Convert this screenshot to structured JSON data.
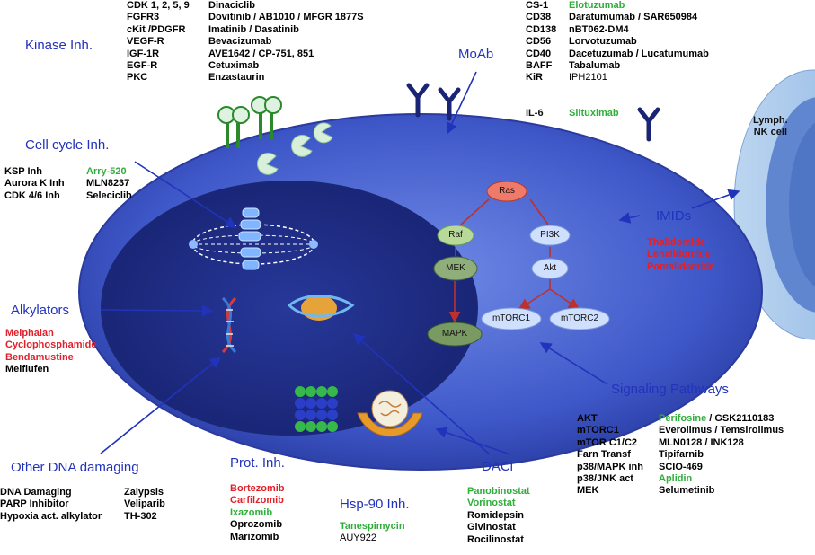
{
  "kinase": {
    "title": "Kinase Inh.",
    "targets": [
      "CDK 1, 2, 5, 9",
      "FGFR3",
      "cKit /PDGFR",
      "VEGF-R",
      "IGF-1R",
      "EGF-R",
      "PKC"
    ],
    "drugs": [
      "Dinaciclib",
      "Dovitinib / AB1010 / MFGR 1877S",
      "Imatinib / Dasatinib",
      "Bevacizumab",
      "AVE1642 / CP-751, 851",
      "Cetuximab",
      "Enzastaurin"
    ]
  },
  "moab": {
    "title": "MoAb",
    "targets": [
      "CS-1",
      "CD38",
      "CD138",
      "CD56",
      "CD40",
      "BAFF",
      "KiR"
    ],
    "drugs": [
      "Elotuzumab",
      "Daratumumab / SAR650984",
      "nBT062-DM4",
      "Lorvotuzumab",
      "Dacetuzumab / Lucatumumab",
      "Tabalumab",
      "IPH2101"
    ],
    "il6_target": "IL-6",
    "il6_drug": "Siltuximab"
  },
  "lymph": {
    "line1": "Lymph.",
    "line2": "NK cell"
  },
  "cell_cycle": {
    "title": "Cell cycle Inh.",
    "targets": [
      "KSP Inh",
      "Aurora K Inh",
      "CDK 4/6 Inh"
    ],
    "drugs": [
      "Arry-520",
      "MLN8237",
      "Seleciclib"
    ]
  },
  "imids": {
    "title": "IMIDs",
    "drugs": [
      "Thalidomide",
      "Lenalidomide",
      "Pomalidomide"
    ]
  },
  "alkylators": {
    "title": "Alkylators",
    "drugs": [
      "Melphalan",
      "Cyclophosphamide",
      "Bendamustine",
      "Melflufen"
    ]
  },
  "signaling": {
    "title": "Signaling Pathways",
    "targets": [
      "AKT",
      "mTORC1",
      "mTOR C1/C2",
      "Farn Transf",
      "p38/MAPK inh",
      "p38/JNK act",
      "MEK"
    ],
    "drugs_a": [
      "Perifosine",
      "Everolimus / Temsirolimus",
      "MLN0128 / INK128",
      "Tipifarnib",
      "SCIO-469",
      "Aplidin",
      "Selumetinib"
    ],
    "drug_b_first": "GSK2110183"
  },
  "other_dna": {
    "title": "Other DNA damaging",
    "targets": [
      "DNA Damaging",
      "PARP Inhibitor",
      "Hypoxia act. alkylator"
    ],
    "drugs": [
      "Zalypsis",
      "Veliparib",
      "TH-302"
    ]
  },
  "prot": {
    "title": "Prot. Inh.",
    "drugs": [
      "Bortezomib",
      "Carfilzomib",
      "Ixazomib",
      "Oprozomib",
      "Marizomib"
    ]
  },
  "hsp": {
    "title": "Hsp-90 Inh.",
    "drugs": [
      "Tanespimycin",
      "AUY922"
    ]
  },
  "daci": {
    "title": "DACi",
    "drugs": [
      "Panobinostat",
      "Vorinostat",
      "Romidepsin",
      "Givinostat",
      "Rocilinostat"
    ]
  },
  "pathway": {
    "ras": "Ras",
    "raf": "Raf",
    "pi3k": "PI3K",
    "mek": "MEK",
    "akt": "Akt",
    "mapk": "MAPK",
    "mtorc1": "mTORC1",
    "mtorc2": "mTORC2"
  },
  "colors": {
    "heading": "#2233bb",
    "approved": "#e0202a",
    "trial": "#2fae3a",
    "cell": "#3f58c9",
    "nucleus": "#1d2b86"
  }
}
